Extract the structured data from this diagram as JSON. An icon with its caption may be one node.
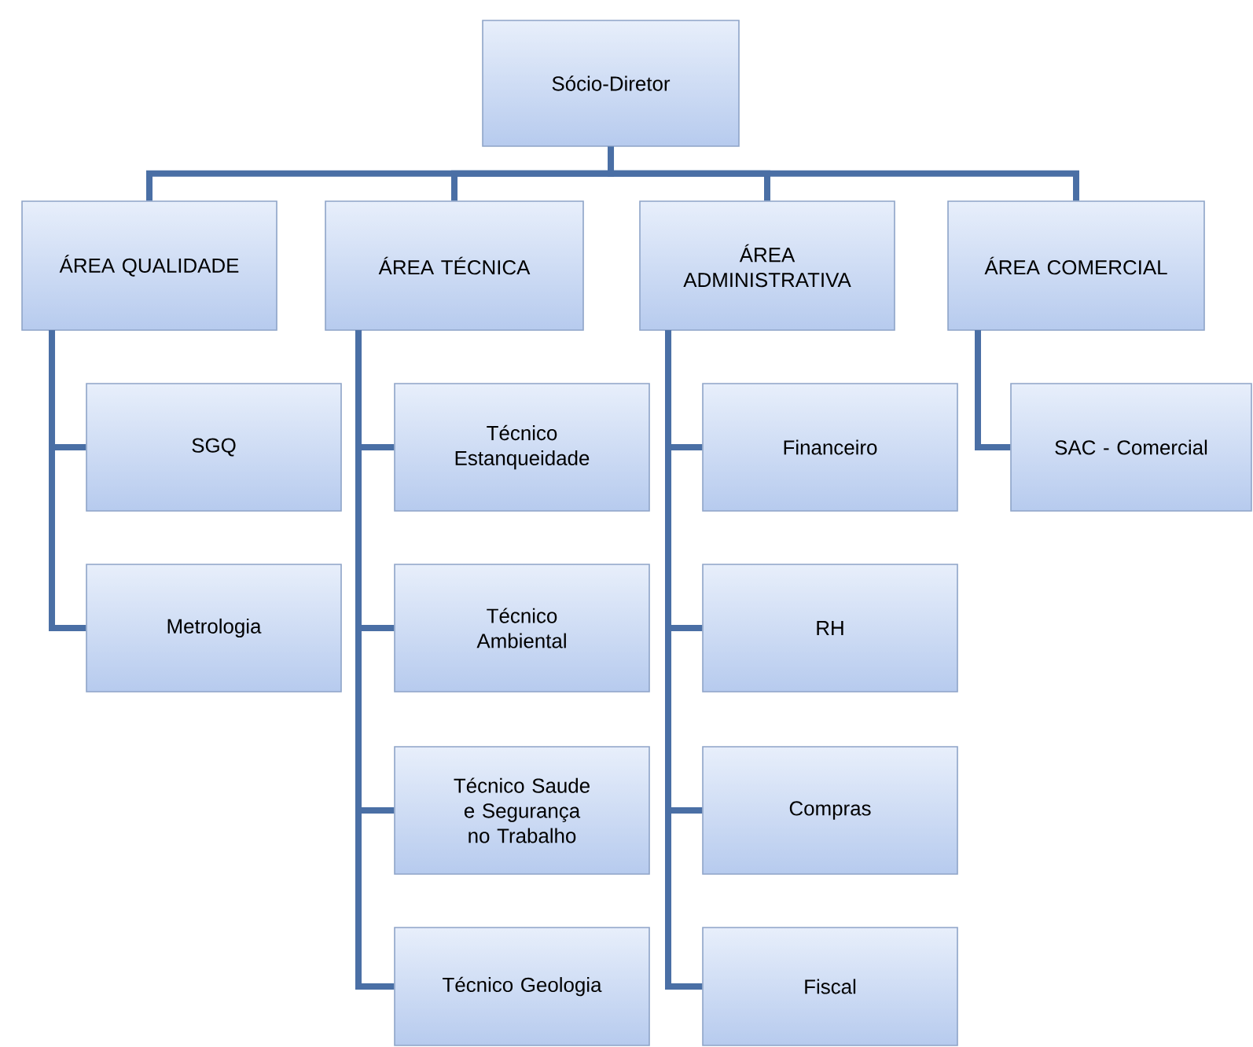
{
  "diagram": {
    "nodes": [
      {
        "text": [
          "Sócio-Diretor"
        ]
      },
      {
        "text": [
          "ÁREA QUALIDADE"
        ]
      },
      {
        "text": [
          "ÁREA TÉCNICA"
        ]
      },
      {
        "text": [
          "ÁREA ADMINISTRATIVA"
        ]
      },
      {
        "text": [
          "ÁREA COMERCIAL"
        ]
      },
      {
        "text": [
          "SGQ"
        ]
      },
      {
        "text": [
          "Metrologia"
        ]
      },
      {
        "text": [
          "Técnico Estanqueidade"
        ]
      },
      {
        "text": [
          "Técnico Ambiental"
        ]
      },
      {
        "text": [
          "Técnico Saude e Segurança no Trabalho"
        ]
      },
      {
        "text": [
          "Técnico Geologia"
        ]
      },
      {
        "text": [
          "Financeiro"
        ]
      },
      {
        "text": [
          "RH"
        ]
      },
      {
        "text": [
          "Compras"
        ]
      },
      {
        "text": [
          "Fiscal"
        ]
      },
      {
        "text": [
          "SAC - Comercial"
        ]
      }
    ],
    "edges": [
      {
        "from": 0,
        "to": 1,
        "arrow": "none"
      },
      {
        "from": 0,
        "to": 2,
        "arrow": "none"
      },
      {
        "from": 0,
        "to": 3,
        "arrow": "none"
      },
      {
        "from": 0,
        "to": 4,
        "arrow": "none"
      },
      {
        "from": 1,
        "to": 5,
        "arrow": "none"
      },
      {
        "from": 1,
        "to": 6,
        "arrow": "none"
      },
      {
        "from": 2,
        "to": 7,
        "arrow": "none"
      },
      {
        "from": 2,
        "to": 8,
        "arrow": "none"
      },
      {
        "from": 2,
        "to": 9,
        "arrow": "none"
      },
      {
        "from": 2,
        "to": 10,
        "arrow": "none"
      },
      {
        "from": 3,
        "to": 11,
        "arrow": "none"
      },
      {
        "from": 3,
        "to": 12,
        "arrow": "none"
      },
      {
        "from": 3,
        "to": 13,
        "arrow": "none"
      },
      {
        "from": 3,
        "to": 14,
        "arrow": "none"
      },
      {
        "from": 4,
        "to": 15,
        "arrow": "none"
      }
    ]
  }
}
